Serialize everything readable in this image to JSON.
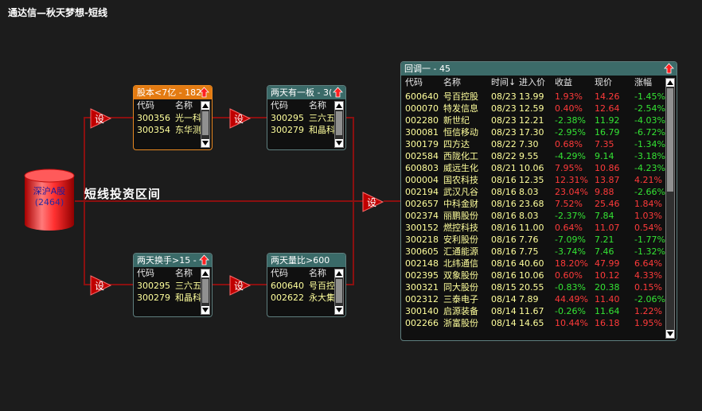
{
  "window": {
    "title": "通达信—秋天梦想-短线"
  },
  "source": {
    "label": "深沪A股",
    "count": "(2464)"
  },
  "zone_label": "短线投资区间",
  "set_label": "设",
  "colors": {
    "up": "#ff3a3a",
    "down": "#34e434",
    "code_text": "#ffff9c",
    "header_teal": "#3a6a68",
    "header_orange": "#e47b12",
    "wire": "#8b1010"
  },
  "nodes": {
    "n1": {
      "title": "股本<7亿 - 182",
      "cols": [
        "代码",
        "名称"
      ],
      "rows": [
        [
          "300356",
          "光一科"
        ],
        [
          "300354",
          "东华测"
        ]
      ]
    },
    "n2": {
      "title": "两天有一板 - 3(",
      "cols": [
        "代码",
        "名称"
      ],
      "rows": [
        [
          "300295",
          "三六五"
        ],
        [
          "300279",
          "和晶科"
        ]
      ]
    },
    "n3": {
      "title": "两天换手>15 -",
      "cols": [
        "代码",
        "名称"
      ],
      "rows": [
        [
          "300295",
          "三六五"
        ],
        [
          "300279",
          "和晶科"
        ]
      ]
    },
    "n4": {
      "title": "两天量比>600",
      "cols": [
        "代码",
        "名称"
      ],
      "rows": [
        [
          "600640",
          "号百控"
        ],
        [
          "002622",
          "永大集"
        ]
      ]
    }
  },
  "main": {
    "title": "回调一 - 45",
    "cols": {
      "code": "代码",
      "name": "名称",
      "time": "时间↓",
      "price": "进入价",
      "gain": "收益",
      "current": "现价",
      "change": "涨幅"
    },
    "rows": [
      {
        "code": "600640",
        "name": "号百控股",
        "time": "08/23",
        "price": "13.99",
        "gain": "1.93%",
        "cur": "14.26",
        "chg": "-1.45%",
        "gd": "up",
        "cd": "dn"
      },
      {
        "code": "000070",
        "name": "特发信息",
        "time": "08/23",
        "price": "12.59",
        "gain": "0.40%",
        "cur": "12.64",
        "chg": "-2.54%",
        "gd": "up",
        "cd": "dn"
      },
      {
        "code": "002280",
        "name": "新世纪",
        "time": "08/23",
        "price": "12.21",
        "gain": "-2.38%",
        "cur": "11.92",
        "chg": "-4.03%",
        "gd": "dn",
        "cd": "dn"
      },
      {
        "code": "300081",
        "name": "恒信移动",
        "time": "08/23",
        "price": "17.30",
        "gain": "-2.95%",
        "cur": "16.79",
        "chg": "-6.72%",
        "gd": "dn",
        "cd": "dn"
      },
      {
        "code": "300179",
        "name": "四方达",
        "time": "08/22",
        "price": "7.30",
        "gain": "0.68%",
        "cur": "7.35",
        "chg": "-1.34%",
        "gd": "up",
        "cd": "dn"
      },
      {
        "code": "002584",
        "name": "西陇化工",
        "time": "08/22",
        "price": "9.55",
        "gain": "-4.29%",
        "cur": "9.14",
        "chg": "-3.18%",
        "gd": "dn",
        "cd": "dn"
      },
      {
        "code": "600803",
        "name": "威远生化",
        "time": "08/21",
        "price": "10.06",
        "gain": "7.95%",
        "cur": "10.86",
        "chg": "-4.23%",
        "gd": "up",
        "cd": "dn"
      },
      {
        "code": "000004",
        "name": "国农科技",
        "time": "08/16",
        "price": "12.35",
        "gain": "12.31%",
        "cur": "13.87",
        "chg": "4.21%",
        "gd": "up",
        "cd": "up"
      },
      {
        "code": "002194",
        "name": "武汉凡谷",
        "time": "08/16",
        "price": "8.03",
        "gain": "23.04%",
        "cur": "9.88",
        "chg": "-2.66%",
        "gd": "up",
        "cd": "dn"
      },
      {
        "code": "002657",
        "name": "中科金财",
        "time": "08/16",
        "price": "23.68",
        "gain": "7.52%",
        "cur": "25.46",
        "chg": "1.84%",
        "gd": "up",
        "cd": "up"
      },
      {
        "code": "002374",
        "name": "丽鹏股份",
        "time": "08/16",
        "price": "8.03",
        "gain": "-2.37%",
        "cur": "7.84",
        "chg": "1.03%",
        "gd": "dn",
        "cd": "up"
      },
      {
        "code": "300152",
        "name": "燃控科技",
        "time": "08/16",
        "price": "11.00",
        "gain": "0.64%",
        "cur": "11.07",
        "chg": "0.54%",
        "gd": "up",
        "cd": "up"
      },
      {
        "code": "300218",
        "name": "安利股份",
        "time": "08/16",
        "price": "7.76",
        "gain": "-7.09%",
        "cur": "7.21",
        "chg": "-1.77%",
        "gd": "dn",
        "cd": "dn"
      },
      {
        "code": "300605",
        "name": "汇通能源",
        "time": "08/16",
        "price": "7.75",
        "gain": "-3.74%",
        "cur": "7.46",
        "chg": "-1.32%",
        "gd": "dn",
        "cd": "dn"
      },
      {
        "code": "002148",
        "name": "北纬通信",
        "time": "08/16",
        "price": "40.60",
        "gain": "18.20%",
        "cur": "47.99",
        "chg": "6.64%",
        "gd": "up",
        "cd": "up"
      },
      {
        "code": "002395",
        "name": "双象股份",
        "time": "08/16",
        "price": "10.06",
        "gain": "0.60%",
        "cur": "10.12",
        "chg": "4.33%",
        "gd": "up",
        "cd": "up"
      },
      {
        "code": "300321",
        "name": "同大股份",
        "time": "08/15",
        "price": "20.55",
        "gain": "-0.83%",
        "cur": "20.38",
        "chg": "0.15%",
        "gd": "dn",
        "cd": "up"
      },
      {
        "code": "002312",
        "name": "三泰电子",
        "time": "08/14",
        "price": "7.89",
        "gain": "44.49%",
        "cur": "11.40",
        "chg": "-2.06%",
        "gd": "up",
        "cd": "dn"
      },
      {
        "code": "300140",
        "name": "启源装备",
        "time": "08/14",
        "price": "11.67",
        "gain": "-0.26%",
        "cur": "11.64",
        "chg": "1.22%",
        "gd": "dn",
        "cd": "up"
      },
      {
        "code": "002266",
        "name": "浙富股份",
        "time": "08/14",
        "price": "14.65",
        "gain": "10.44%",
        "cur": "16.18",
        "chg": "1.95%",
        "gd": "up",
        "cd": "up"
      }
    ]
  }
}
